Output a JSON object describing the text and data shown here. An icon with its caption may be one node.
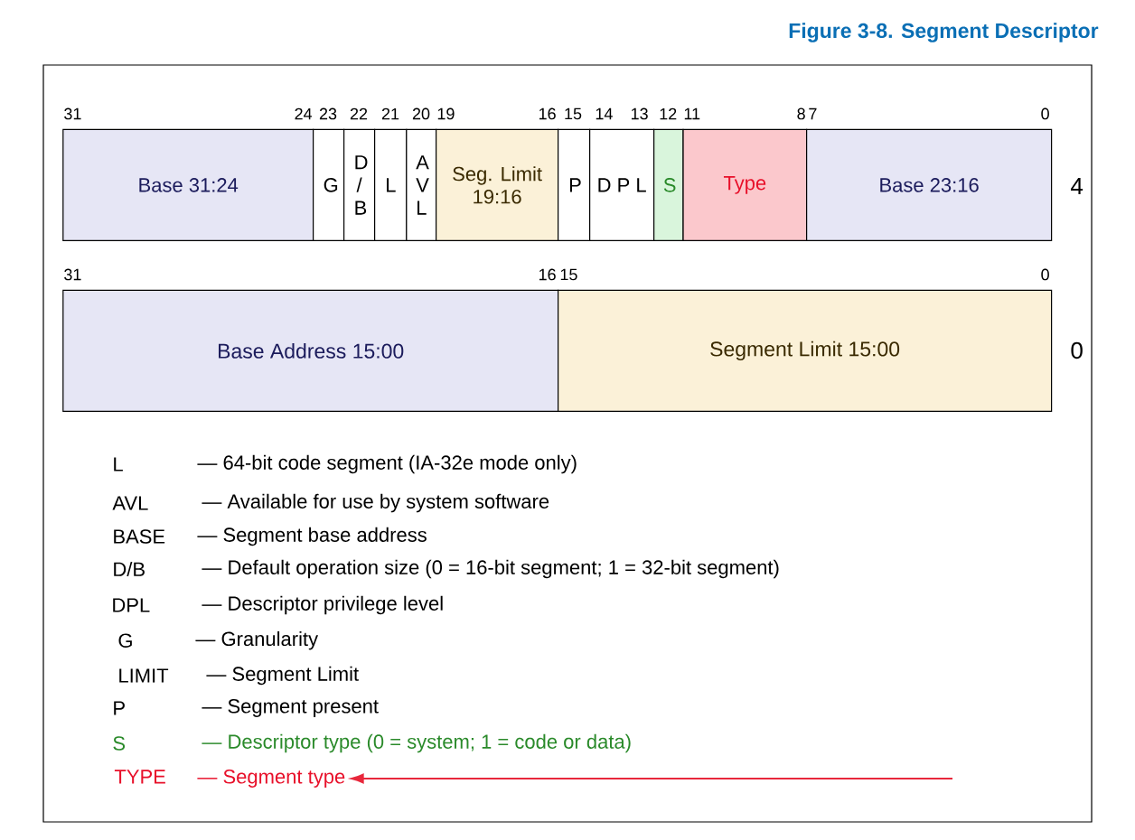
{
  "diagram": {
    "title": "Figure 3-8. Segment Descriptor",
    "nodes": [
      {
        "text": [
          "Base 31:24"
        ]
      },
      {
        "text": [
          "G"
        ]
      },
      {
        "text": [
          "D / B"
        ]
      },
      {
        "text": [
          "L"
        ]
      },
      {
        "text": [
          "A V L"
        ]
      },
      {
        "text": [
          "Seg. Limit 19:16"
        ]
      },
      {
        "text": [
          "P"
        ]
      },
      {
        "text": [
          "D P L"
        ]
      },
      {
        "text": [
          "S"
        ]
      },
      {
        "text": [
          "Type"
        ]
      },
      {
        "text": [
          "Base 23:16"
        ]
      },
      {
        "text": [
          "Base Address 15:00"
        ]
      },
      {
        "text": [
          "Segment Limit 15:00"
        ]
      },
      {
        "text": [
          "TYPE",
          "— Segment type"
        ]
      }
    ],
    "edges": [
      {
        "from": null,
        "to": 13,
        "arrow": "to",
        "color": "#e8283c"
      }
    ],
    "labels": [
      "31",
      "24",
      "23",
      "22",
      "21",
      "20",
      "19",
      "16",
      "15",
      "14",
      "13",
      "12",
      "11",
      "8",
      "7",
      "0",
      "4",
      "31",
      "16",
      "15",
      "0",
      "0",
      "L",
      "— 64-bit code segment (IA-32e mode only)",
      "AVL",
      "— Available for use by system software",
      "BASE",
      "— Segment base address",
      "D/B",
      "— Default operation size (0 = 16-bit segment; 1 = 32-bit segment)",
      "DPL",
      "— Descriptor privilege level",
      "G",
      "— Granularity",
      "LIMIT",
      "— Segment Limit",
      "P",
      "— Segment present",
      "S",
      "— Descriptor type (0 = system; 1 = code or data)"
    ]
  }
}
